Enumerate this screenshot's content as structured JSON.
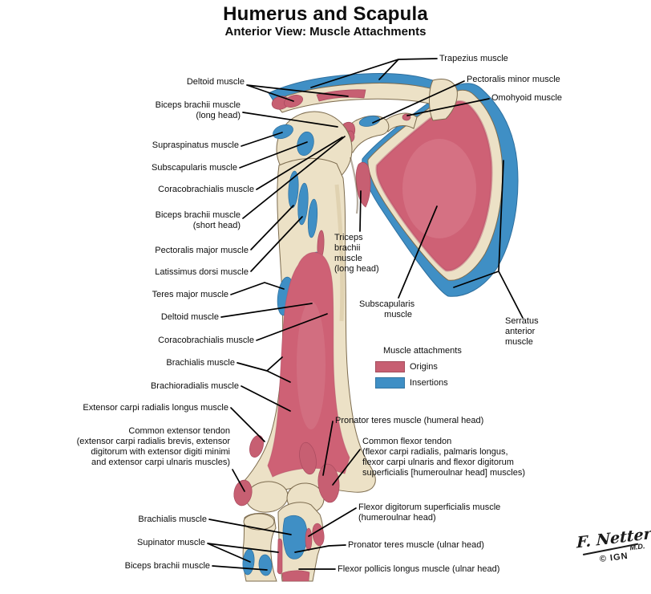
{
  "header": {
    "title": "Humerus and Scapula",
    "subtitle": "Anterior View: Muscle Attachments"
  },
  "legend": {
    "title": "Muscle attachments",
    "items": [
      {
        "label": "Origins",
        "color": "#c75f72"
      },
      {
        "label": "Insertions",
        "color": "#3f8fc5"
      }
    ]
  },
  "labels": {
    "left": [
      {
        "id": "deltoid-upper",
        "text": "Deltoid muscle"
      },
      {
        "id": "biceps-long-head",
        "text": "Biceps brachii muscle\n(long head)"
      },
      {
        "id": "supraspinatus",
        "text": "Supraspinatus muscle"
      },
      {
        "id": "subscapularis-left",
        "text": "Subscapularis muscle"
      },
      {
        "id": "coracobrachialis-upper",
        "text": "Coracobrachialis muscle"
      },
      {
        "id": "biceps-short-head",
        "text": "Biceps brachii muscle\n(short head)"
      },
      {
        "id": "pectoralis-major",
        "text": "Pectoralis major muscle"
      },
      {
        "id": "latissimus-dorsi",
        "text": "Latissimus dorsi muscle"
      },
      {
        "id": "teres-major",
        "text": "Teres major muscle"
      },
      {
        "id": "deltoid-lower",
        "text": "Deltoid muscle"
      },
      {
        "id": "coracobrachialis-lower",
        "text": "Coracobrachialis muscle"
      },
      {
        "id": "brachialis-upper",
        "text": "Brachialis muscle"
      },
      {
        "id": "brachioradialis",
        "text": "Brachioradialis muscle"
      },
      {
        "id": "extensor-carpi-radialis-longus",
        "text": "Extensor carpi radialis longus muscle"
      },
      {
        "id": "common-extensor-tendon",
        "text": "Common extensor tendon\n(extensor carpi radialis brevis, extensor\ndigitorum with extensor digiti minimi\nand extensor carpi ulnaris muscles)"
      },
      {
        "id": "brachialis-lower",
        "text": "Brachialis muscle"
      },
      {
        "id": "supinator",
        "text": "Supinator muscle"
      },
      {
        "id": "biceps-distal",
        "text": "Biceps brachii muscle"
      }
    ],
    "right": [
      {
        "id": "trapezius",
        "text": "Trapezius muscle"
      },
      {
        "id": "pectoralis-minor",
        "text": "Pectoralis minor muscle"
      },
      {
        "id": "omohyoid",
        "text": "Omohyoid muscle"
      },
      {
        "id": "triceps-long-head",
        "text": "Triceps\nbrachii\nmuscle\n(long head)"
      },
      {
        "id": "subscapularis-right",
        "text": "Subscapularis\nmuscle"
      },
      {
        "id": "serratus-anterior",
        "text": "Serratus\nanterior\nmuscle"
      },
      {
        "id": "pronator-teres-humeral",
        "text": "Pronator teres muscle (humeral head)"
      },
      {
        "id": "common-flexor-tendon",
        "text": "Common flexor tendon\n(flexor carpi radialis, palmaris longus,\nflexor carpi ulnaris and flexor digitorum\nsuperficialis [humeroulnar head] muscles)"
      },
      {
        "id": "flexor-digitorum-superficialis",
        "text": "Flexor digitorum superficialis muscle\n(humeroulnar head)"
      },
      {
        "id": "pronator-teres-ulnar",
        "text": "Pronator teres muscle (ulnar head)"
      },
      {
        "id": "flexor-pollicis-longus",
        "text": "Flexor pollicis longus muscle (ulnar head)"
      }
    ]
  },
  "signature": {
    "artist": "F. Netter",
    "credential": "M.D.",
    "publisher": "© IGN"
  },
  "colors": {
    "origins_red": "#c75f72",
    "insertions_blue": "#3f8fc5",
    "bone": "#ece1c6",
    "bone_outline": "#7d6c4f"
  }
}
